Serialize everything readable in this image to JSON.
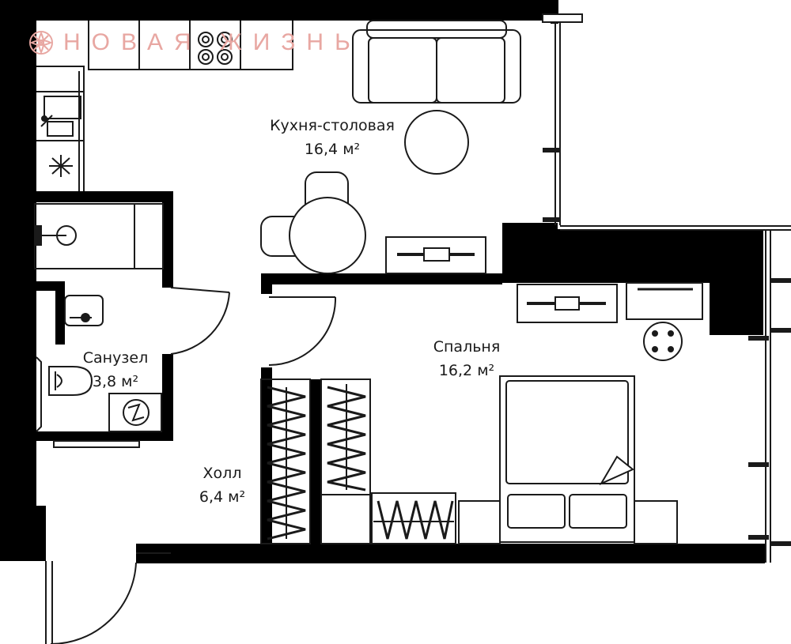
{
  "brand": {
    "name": "НОВАЯ ЖИЗНЬ",
    "accent_color": "#e8a7a2",
    "logo_icon": "flower-logo-icon"
  },
  "rooms": {
    "kitchen": {
      "name": "Кухня-столовая",
      "area": "16,4 м²"
    },
    "bedroom": {
      "name": "Спальня",
      "area": "16,2 м²"
    },
    "bathroom": {
      "name": "Санузел",
      "area": "3,8 м²"
    },
    "hall": {
      "name": "Холл",
      "area": "6,4 м²"
    }
  },
  "colors": {
    "wall": "#000000",
    "line": "#1a1a1a",
    "background": "#ffffff"
  }
}
